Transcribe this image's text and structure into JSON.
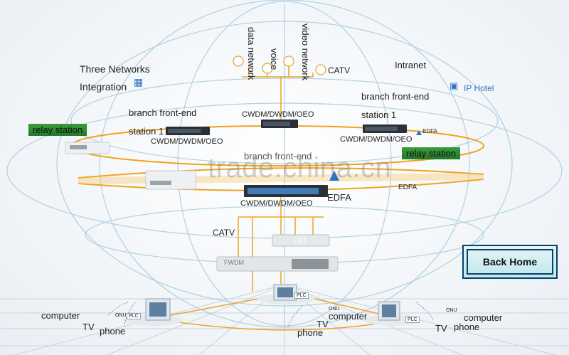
{
  "labels": {
    "three_networks": "Three Networks",
    "integration": "Integration",
    "data_network": "data network",
    "voice": "voice",
    "video_network": "video network",
    "catv_top": "CATV",
    "intranet": "Intranet",
    "ip_hotel": "IP Hotel",
    "branch_front_end_left": "branch front-end",
    "station_1_left": "station 1",
    "branch_front_end_right": "branch front-end",
    "station_1_right": "station 1",
    "cwdm_top": "CWDM/DWDM/OEO",
    "cwdm_left": "CWDM/DWDM/OEO",
    "cwdm_right": "CWDM/DWDM/OEO",
    "cwdm_center": "CWDM/DWDM/OEO",
    "branch_front_end_center": "branch front-end",
    "relay_station_left": "relay station",
    "relay_station_right": "relay station",
    "edfa_small": "EDFA",
    "edfa_center": "EDFA",
    "edfa_right": "EDFA",
    "catv_mid": "CATV",
    "olt": "OLT",
    "fwdm": "FWDM",
    "watermark": "trade.china.cn",
    "plc_1": "PLC",
    "plc_2": "PLC",
    "plc_3": "PLC",
    "onu_1": "ONU",
    "onu_2": "ONU",
    "onu_3": "ONU",
    "computer_1": "computer",
    "computer_2": "computer",
    "computer_3": "computer",
    "tv_1": "TV",
    "tv_2": "TV",
    "tv_3": "TV",
    "phone_1": "phone",
    "phone_2": "phone",
    "phone_3": "phone"
  },
  "buttons": {
    "back_home": "Back Home"
  },
  "colors": {
    "fiber": "#f0a320",
    "relay_green": "#2a8a35",
    "globe_line": "#9fc7dc",
    "edfa_blue": "#2a74c4",
    "button_border": "#0a3f66"
  }
}
